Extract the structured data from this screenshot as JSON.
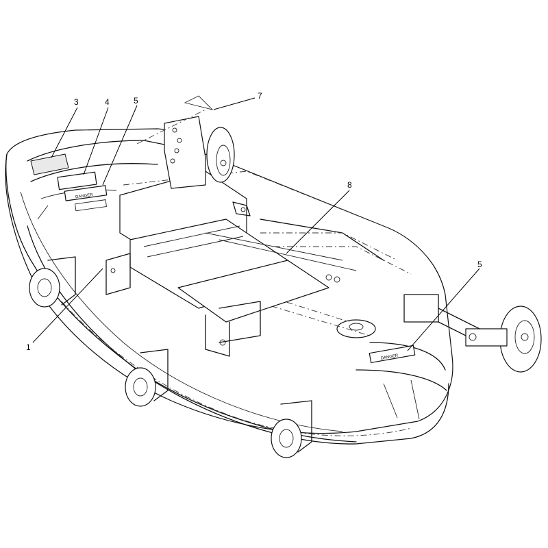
{
  "callouts": [
    {
      "id": "c1",
      "label": "1"
    },
    {
      "id": "c3",
      "label": "3"
    },
    {
      "id": "c4",
      "label": "4"
    },
    {
      "id": "c5a",
      "label": "5"
    },
    {
      "id": "c5b",
      "label": "5"
    },
    {
      "id": "c7",
      "label": "7"
    },
    {
      "id": "c8",
      "label": "8"
    }
  ],
  "decals": {
    "danger_left": "DANGER",
    "danger_right": "DANGER"
  }
}
